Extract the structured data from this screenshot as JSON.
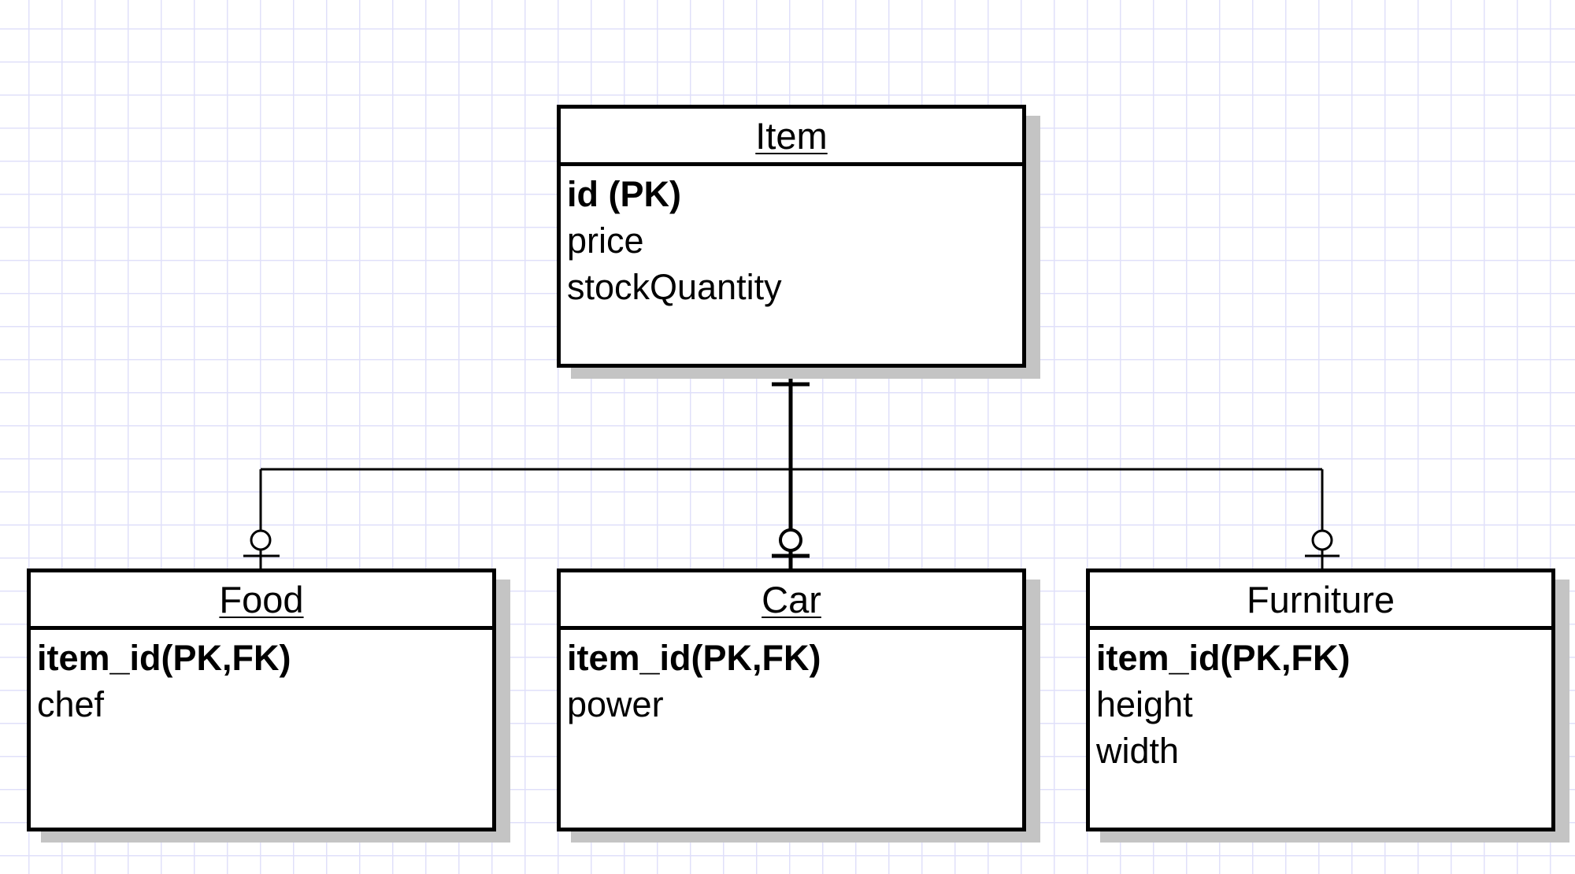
{
  "diagram": {
    "entities": {
      "item": {
        "name": "Item",
        "attributes": {
          "primary_key": "id (PK)",
          "attr1": "price",
          "attr2": "stockQuantity"
        }
      },
      "food": {
        "name": "Food",
        "attributes": {
          "primary_key": "item_id(PK,FK)",
          "attr1": "chef"
        }
      },
      "car": {
        "name": "Car",
        "attributes": {
          "primary_key": "item_id(PK,FK)",
          "attr1": "power"
        }
      },
      "furniture": {
        "name": "Furniture",
        "attributes": {
          "primary_key": "item_id(PK,FK)",
          "attr1": "height",
          "attr2": "width"
        }
      }
    },
    "relationships": [
      {
        "from": "Item",
        "to": "Food",
        "from_cardinality": "exactly-one",
        "to_cardinality": "zero-or-one"
      },
      {
        "from": "Item",
        "to": "Car",
        "from_cardinality": "exactly-one",
        "to_cardinality": "zero-or-one"
      },
      {
        "from": "Item",
        "to": "Furniture",
        "from_cardinality": "exactly-one",
        "to_cardinality": "zero-or-one"
      }
    ],
    "colors": {
      "grid": "#e0e0fa",
      "stroke": "#000000",
      "shadow": "#c4c4c4",
      "fill": "#ffffff"
    }
  }
}
